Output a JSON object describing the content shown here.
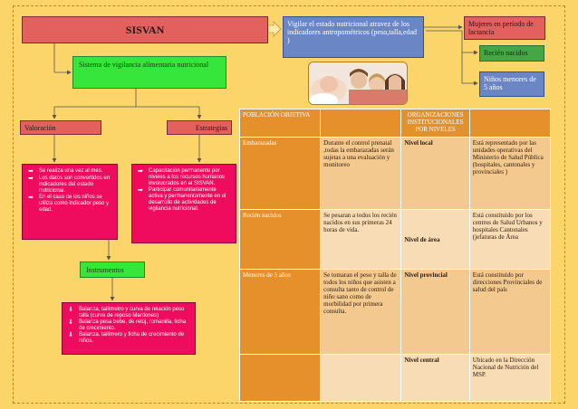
{
  "header": {
    "title": "SISVAN",
    "vigilar_text": "Vigilar el estado nutricional atravez de los indicadores antropométricos (peso,talla,edad )",
    "mujeres": "Mujeres en período de lactancia",
    "recien_nacidos": "Recién nacidos",
    "ninos": "Niños menores de 5 años"
  },
  "sistema": "Sistema de vigilancia alimentaria nutricional",
  "valoracion": {
    "label": "Valoración",
    "items": [
      "Se realiza una vez al mes.",
      "Los datos son convertidos en indicadores del estado nutricional.",
      "En el caso de los niños se utiliza como indicador peso y edad."
    ]
  },
  "estrategias": {
    "label": "Estrategias",
    "items": [
      "Capacitación permanente por niveles a los recursos humanos involucrados en el SISVAN.",
      "Participar comunitariamente activa y permanentemente en el desarrollo de actividades de vigilancia nutricional."
    ]
  },
  "instrumentos": {
    "label": "Instrumentos",
    "items": [
      "Balanza, tallímetro y curva de relación peso talla (curva de reposo Mardones)",
      "Balanza pesa bebe, de reloj, romanilla, ficha de crecimiento.",
      "Balanza, tallímero y ficha de crecimiento de niños."
    ]
  },
  "table": {
    "headers": [
      "POBLACIÓN OBJETIVA",
      "",
      "ORGANIZACIONES INSTITUCIONALES POR NIVELES",
      ""
    ],
    "rows": [
      {
        "poblacion": "Embarazadas",
        "descripcion": "Durante el control prenatal ,todas la embarazadas serán sujetas a una evaluación y monitoreo",
        "nivel": "Nivel local",
        "detalle": "Está representado por las unidades operativas del Ministerio de Salud Pública (hospitales, cantonales y provinciales )"
      },
      {
        "poblacion": "Recién nacidos",
        "descripcion": "Se pesaran a todos los recién nacidos en sus primeras 24 horas de vida.",
        "nivel": "Nivel de área",
        "detalle": "Está constituido por los centros de Salud Urbanos y hospitales Cantonales (jefaturas de Área"
      },
      {
        "poblacion": "Menores de 5 años",
        "descripcion": "Se tomaran el peso y talla de todos los niños que asisten a consulta tanto de control de niño sano como de morbilidad por primera consulta.",
        "nivel": "Nivel provincial",
        "detalle": "Está constituido por direcciones Provinciales de salud del país"
      },
      {
        "poblacion": "",
        "descripcion": "",
        "nivel": "Nivel central",
        "detalle": "Ubicado en la Dirección Nacional de Nutrición del MSP."
      }
    ]
  },
  "colors": {
    "background": "#fbd46a",
    "red_box": "#e2605e",
    "blue_box": "#6a86c4",
    "green_box": "#37e63a",
    "magenta_box": "#ef0b5e",
    "table_header": "#e6902c"
  }
}
